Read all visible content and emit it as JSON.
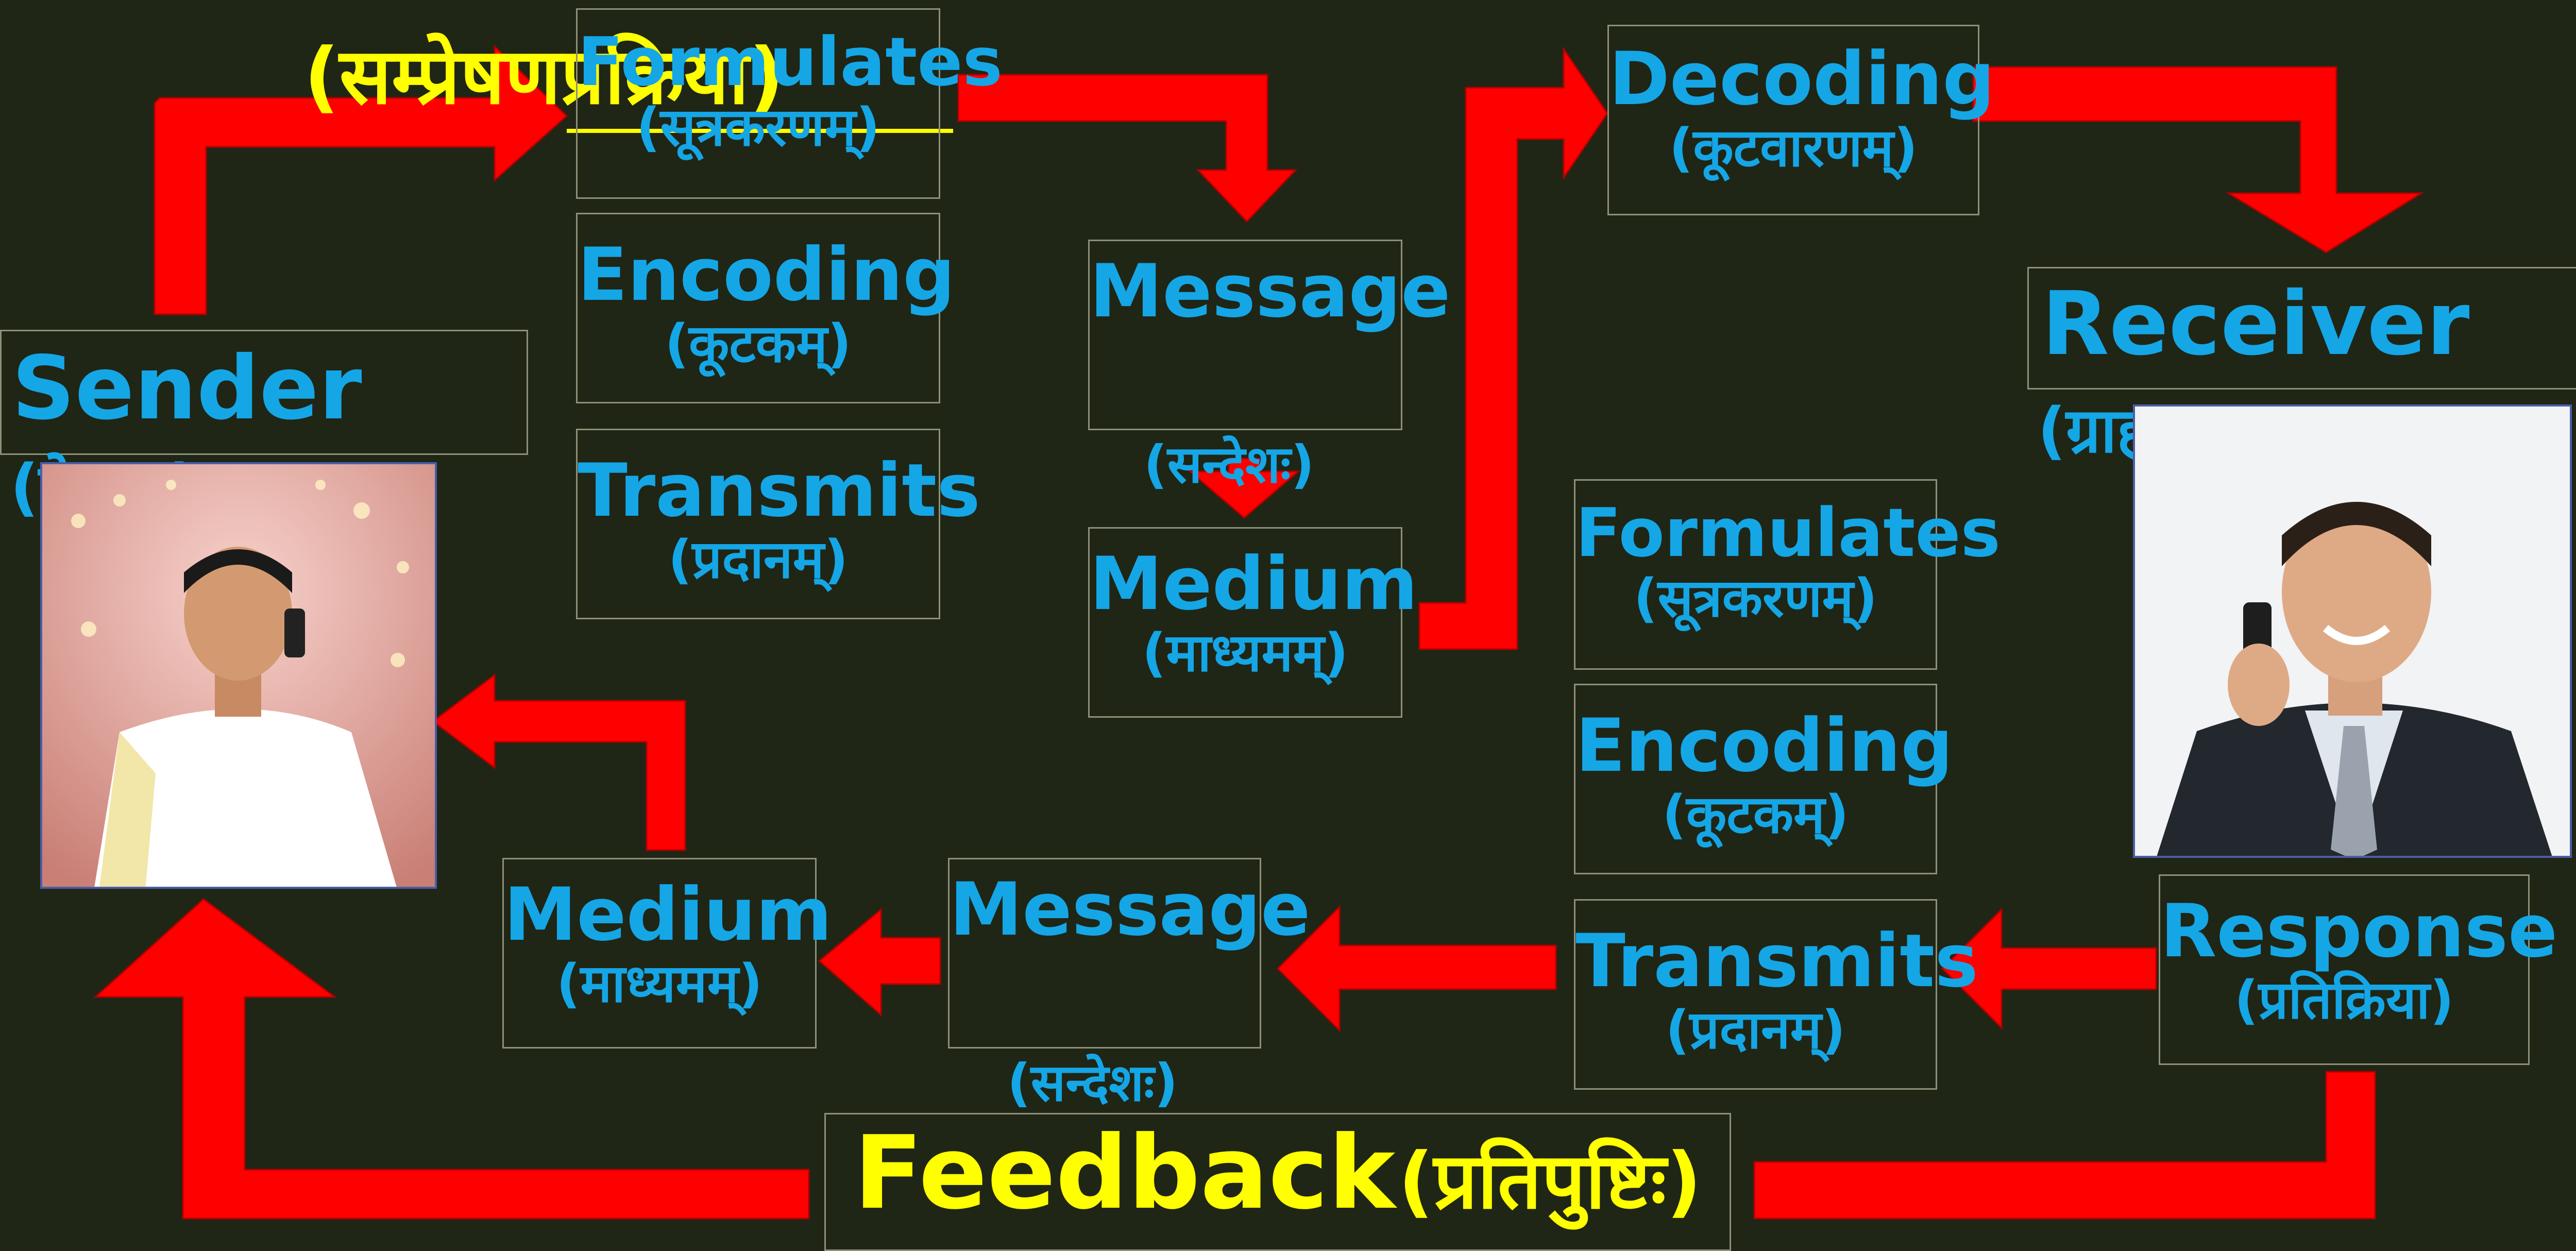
{
  "title": "(सम्प्रेषणप्रक्रिया)",
  "sender": {
    "en": "Sender",
    "sa": "(प्रेषकः)"
  },
  "receiver": {
    "en": "Receiver",
    "sa": "(ग्राहकः)"
  },
  "left_process": {
    "formulates": {
      "en": "Formulates",
      "sa": "(सूत्रकरणम्)"
    },
    "encoding": {
      "en": "Encoding",
      "sa": "(कूटकम्)"
    },
    "transmits": {
      "en": "Transmits",
      "sa": "(प्रदानम्)"
    }
  },
  "message_top": {
    "en": "Message",
    "sa": "(सन्देशः)"
  },
  "medium_top": {
    "en": "Medium",
    "sa": "(माध्यमम्)"
  },
  "decoding": {
    "en": "Decoding",
    "sa": "(कूटवारणम्)"
  },
  "right_process": {
    "formulates": {
      "en": "Formulates",
      "sa": "(सूत्रकरणम्)"
    },
    "encoding": {
      "en": "Encoding",
      "sa": "(कूटकम्)"
    },
    "transmits": {
      "en": "Transmits",
      "sa": "(प्रदानम्)"
    }
  },
  "response": {
    "en": "Response",
    "sa": "(प्रतिक्रिया)"
  },
  "message_bottom": {
    "en": "Message",
    "sa": "(सन्देशः)"
  },
  "medium_bottom": {
    "en": "Medium",
    "sa": "(माध्यमम्)"
  },
  "feedback": {
    "en": "Feedback",
    "sa": "(प्रतिपुष्टिः)"
  },
  "colors": {
    "background": "#1f2616",
    "arrow": "#ff0000",
    "label_blue": "#15a6e6",
    "title_yellow": "#ffff00"
  },
  "icons": [
    "sender-photo",
    "receiver-photo"
  ]
}
